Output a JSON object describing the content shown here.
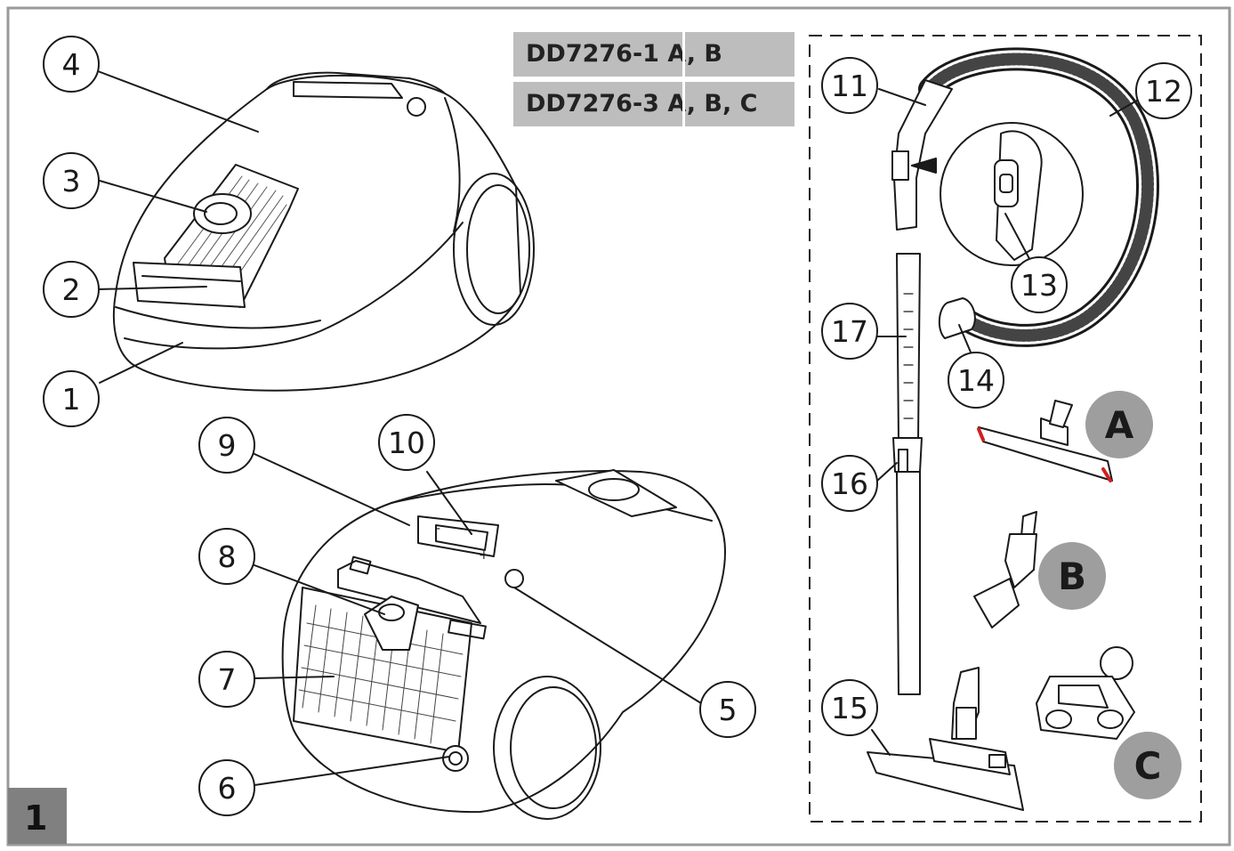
{
  "models": [
    "DD7276-1 A, B",
    "DD7276-3 A, B, C"
  ],
  "figure_number": "1",
  "callouts": {
    "1": "1",
    "2": "2",
    "3": "3",
    "4": "4",
    "5": "5",
    "6": "6",
    "7": "7",
    "8": "8",
    "9": "9",
    "10": "10",
    "11": "11",
    "12": "12",
    "13": "13",
    "14": "14",
    "15": "15",
    "16": "16",
    "17": "17"
  },
  "variants": {
    "a": "A",
    "b": "B",
    "c": "C"
  },
  "colors": {
    "line": "#1a1a1a",
    "frame": "#9a9a9a",
    "model_band": "#bdbdbd",
    "variant_disc": "#9e9e9e",
    "accent_red": "#d02020"
  }
}
